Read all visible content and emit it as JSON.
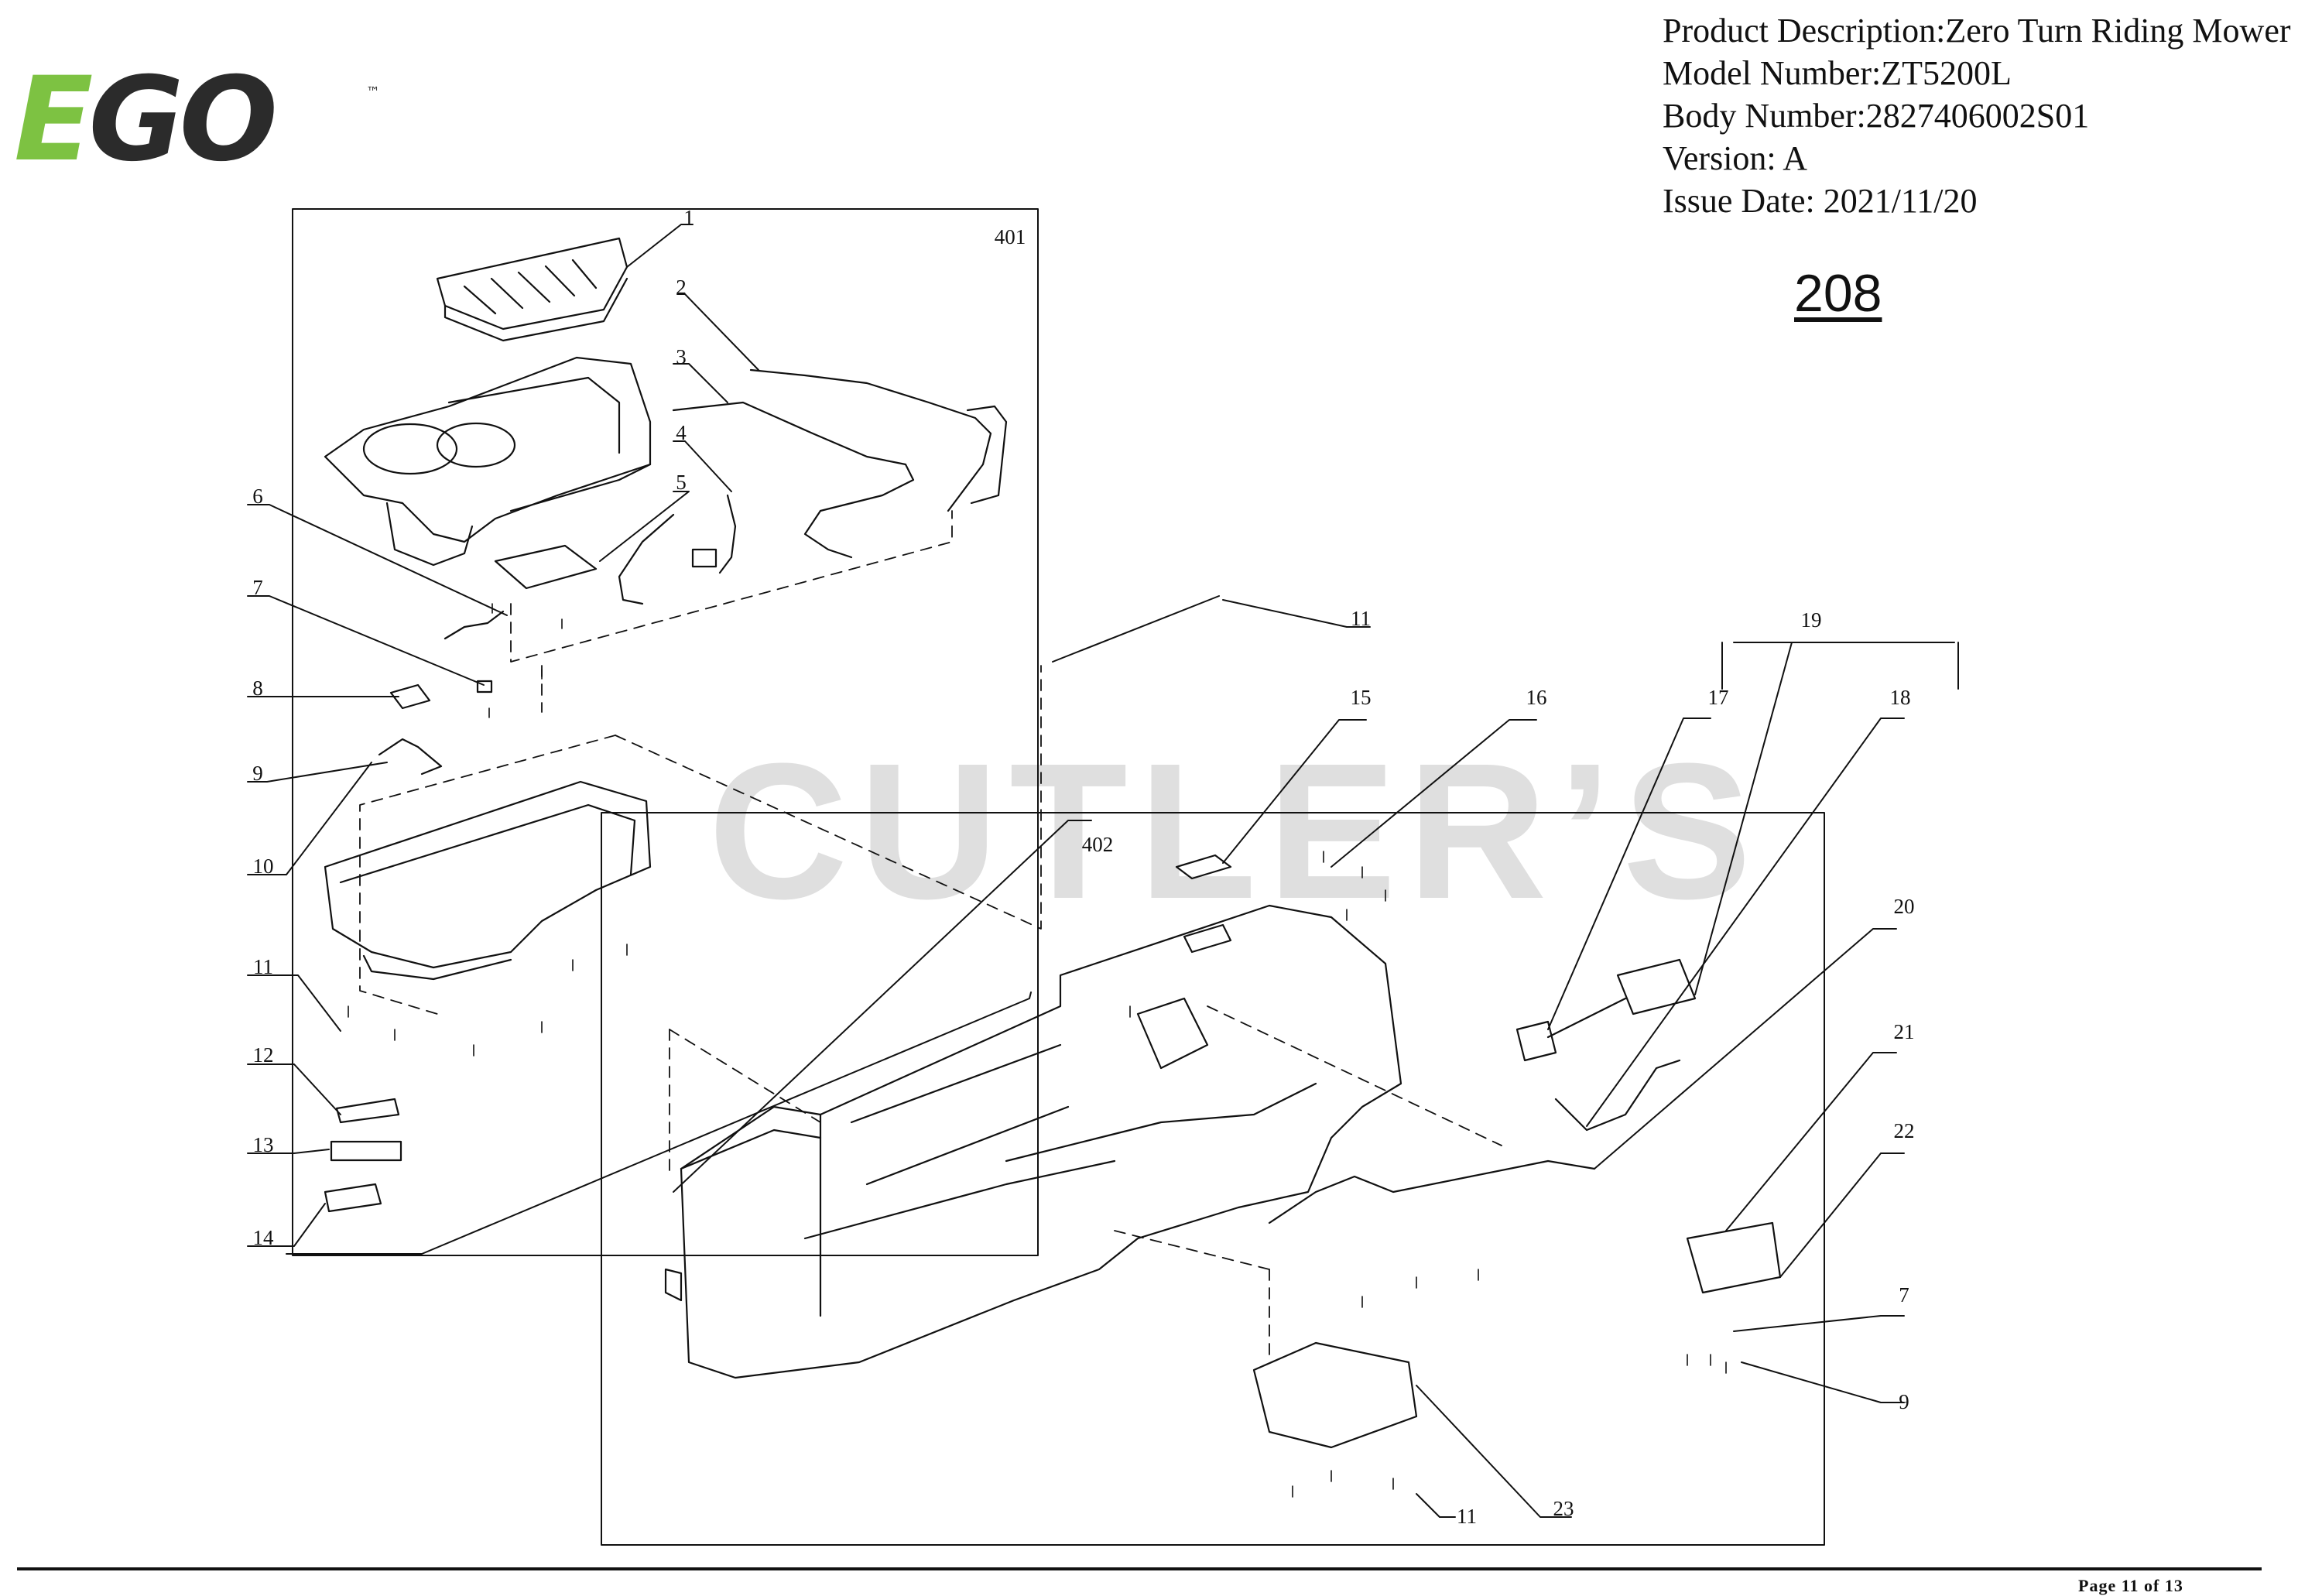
{
  "brand": {
    "logo_e": "E",
    "logo_go": "GO",
    "trademark": "™"
  },
  "header": {
    "product_description": "Product Description:Zero Turn Riding Mower",
    "model_number": "Model Number:ZT5200L",
    "body_number": "Body Number:2827406002S01",
    "version": "Version: A",
    "issue_date": "Issue Date: 2021/11/20"
  },
  "diagram_number": "208",
  "watermark": "CUTLER’S",
  "assemblies": {
    "a401": "401",
    "a402": "402"
  },
  "callouts": {
    "c1": "1",
    "c2": "2",
    "c3": "3",
    "c4": "4",
    "c5": "5",
    "c6": "6",
    "c7a": "7",
    "c8": "8",
    "c9a": "9",
    "c10": "10",
    "c11a": "11",
    "c11b": "11",
    "c11c": "11",
    "c12": "12",
    "c13": "13",
    "c14": "14",
    "c15": "15",
    "c16": "16",
    "c17": "17",
    "c18": "18",
    "c19": "19",
    "c20": "20",
    "c21": "21",
    "c22": "22",
    "c7b": "7",
    "c9b": "9",
    "c23": "23"
  },
  "footer": {
    "page": "Page 11 of 13"
  },
  "colors": {
    "brand_green": "#7dc242",
    "brand_dark": "#2b2b2b",
    "line": "#111111",
    "watermark": "#aaaaaa"
  }
}
